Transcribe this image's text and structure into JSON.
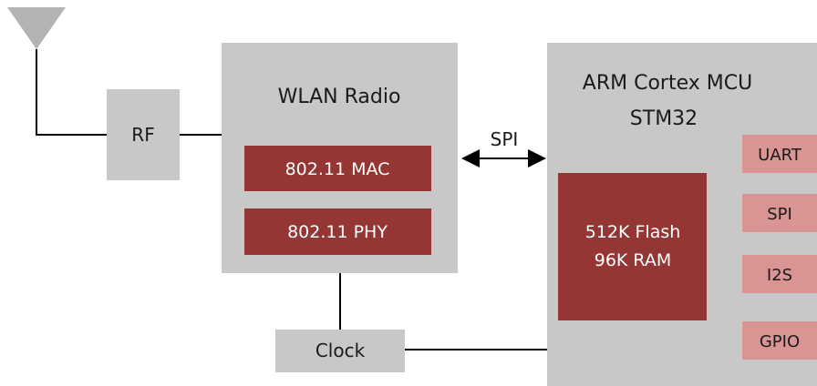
{
  "colors": {
    "block_gray": "#c8c8c8",
    "block_dark_red": "#943634",
    "block_light_red": "#d99594",
    "line": "#000000",
    "antenna": "#b3b3b3"
  },
  "icons": {
    "antenna": "antenna-icon"
  },
  "blocks": {
    "rf": "RF",
    "wlan_title": "WLAN Radio",
    "mac": "802.11 MAC",
    "phy": "802.11 PHY",
    "clock": "Clock",
    "mcu_title_line1": "ARM Cortex MCU",
    "mcu_title_line2": "STM32",
    "memory_line1": "512K Flash",
    "memory_line2": "96K RAM"
  },
  "peripherals": [
    "UART",
    "SPI",
    "I2S",
    "GPIO"
  ],
  "connections": {
    "spi_label": "SPI"
  }
}
